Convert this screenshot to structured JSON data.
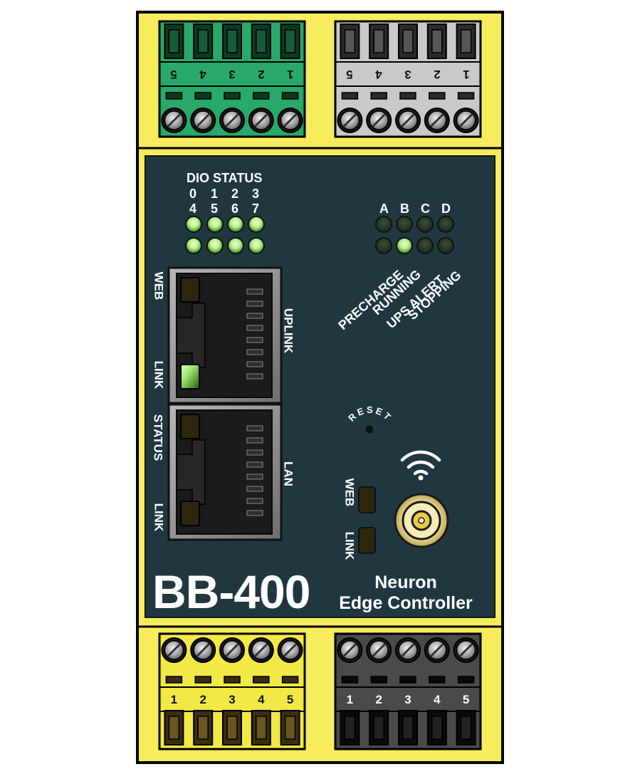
{
  "device": {
    "model": "BB-400",
    "product_line1": "Neuron",
    "product_line2": "Edge Controller",
    "colors": {
      "body": "#f7ec5b",
      "face": "#213740",
      "green_terminal": "#28a96a",
      "gray_terminal": "#c9c9c9",
      "yellow_terminal": "#f2e846",
      "dark_terminal": "#4a4a4a",
      "led_on": "#b6f08a",
      "led_off": "#27351f"
    }
  },
  "terminals": {
    "top_left": {
      "color": "green",
      "numbers": [
        "5",
        "4",
        "3",
        "2",
        "1"
      ]
    },
    "top_right": {
      "color": "gray",
      "numbers": [
        "5",
        "4",
        "3",
        "2",
        "1"
      ]
    },
    "bottom_left": {
      "color": "yellow",
      "numbers": [
        "1",
        "2",
        "3",
        "4",
        "5"
      ]
    },
    "bottom_right": {
      "color": "dark",
      "numbers": [
        "1",
        "2",
        "3",
        "4",
        "5"
      ]
    }
  },
  "dio": {
    "title": "DIO STATUS",
    "row1_numbers": [
      "0",
      "1",
      "2",
      "3"
    ],
    "row2_numbers": [
      "4",
      "5",
      "6",
      "7"
    ],
    "led_rows": [
      [
        true,
        true,
        true,
        true
      ],
      [
        true,
        true,
        true,
        true
      ]
    ]
  },
  "status": {
    "letters": [
      "A",
      "B",
      "C",
      "D"
    ],
    "led_rows": [
      [
        false,
        false,
        false,
        false
      ],
      [
        false,
        true,
        false,
        false
      ]
    ],
    "labels": [
      "PRECHARGE",
      "RUNNING",
      "UPS ALERT",
      "STOPPING"
    ]
  },
  "ports": {
    "uplink": {
      "name": "UPLINK",
      "led_top_label": "WEB",
      "led_bottom_label": "LINK",
      "led_top_on": false,
      "led_bottom_on": true
    },
    "lan": {
      "name": "LAN",
      "led_top_label": "STATUS",
      "led_bottom_label": "LINK",
      "led_top_on": false,
      "led_bottom_on": false
    }
  },
  "reset": {
    "label": "RESET"
  },
  "wireless": {
    "icon": "wifi-icon",
    "led_web_label": "WEB",
    "led_link_label": "LINK",
    "antenna": "antenna-connector"
  }
}
